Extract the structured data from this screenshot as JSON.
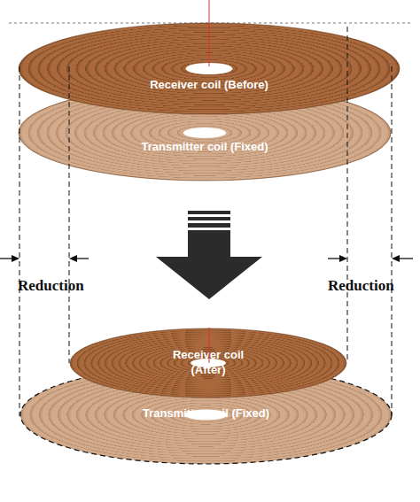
{
  "diagram": {
    "nodes": [
      {
        "text": [
          "Receiver coil (Before)"
        ]
      },
      {
        "text": [
          "Transmitter coil (Fixed)"
        ]
      },
      {
        "text": [
          "Receiver coil (After)"
        ]
      },
      {
        "text": [
          "Transmitter coil (Fixed)"
        ]
      }
    ],
    "labels": [
      "Reduction",
      "Reduction"
    ]
  }
}
